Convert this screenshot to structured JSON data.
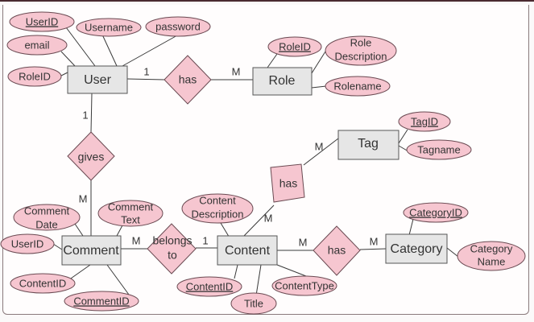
{
  "diagram": {
    "type": "ER diagram",
    "colors": {
      "entity_fill": "#e6e6e6",
      "attribute_fill": "#f6c6d0",
      "relationship_fill": "#f6c6d0",
      "line": "#3a3a3a"
    },
    "entities": {
      "user": {
        "label": "User",
        "attributes": [
          {
            "label": "UserID",
            "key": true
          },
          {
            "label": "Username",
            "key": false
          },
          {
            "label": "password",
            "key": false
          },
          {
            "label": "email",
            "key": false
          },
          {
            "label": "RoleID",
            "key": false
          }
        ]
      },
      "role": {
        "label": "Role",
        "attributes": [
          {
            "label": "RoleID",
            "key": true
          },
          {
            "label": "Role Description",
            "lines": [
              "Role",
              "Description"
            ],
            "key": false
          },
          {
            "label": "Rolename",
            "key": false
          }
        ]
      },
      "tag": {
        "label": "Tag",
        "attributes": [
          {
            "label": "TagID",
            "key": true
          },
          {
            "label": "Tagname",
            "key": false
          }
        ]
      },
      "comment": {
        "label": "Comment",
        "attributes": [
          {
            "label": "Comment Date",
            "lines": [
              "Comment",
              "Date"
            ],
            "key": false
          },
          {
            "label": "Comment Text",
            "lines": [
              "Comment",
              "Text"
            ],
            "key": false
          },
          {
            "label": "UserID",
            "key": false
          },
          {
            "label": "ContentID",
            "key": false
          },
          {
            "label": "CommentID",
            "key": true
          }
        ]
      },
      "content": {
        "label": "Content",
        "attributes": [
          {
            "label": "Content Description",
            "lines": [
              "Content",
              "Description"
            ],
            "key": false
          },
          {
            "label": "ContentID",
            "key": true
          },
          {
            "label": "Title",
            "key": false
          },
          {
            "label": "ContentType",
            "key": false
          }
        ]
      },
      "category": {
        "label": "Category",
        "attributes": [
          {
            "label": "CategoryID",
            "key": true
          },
          {
            "label": "Category Name",
            "lines": [
              "Category",
              "Name"
            ],
            "key": false
          }
        ]
      }
    },
    "relationships": {
      "user_role": {
        "label": "has",
        "from": "User",
        "to": "Role",
        "card_from": "1",
        "card_to": "M"
      },
      "user_comment": {
        "label": "gives",
        "from": "User",
        "to": "Comment",
        "card_from": "1",
        "card_to": "M"
      },
      "comment_content": {
        "label_lines": [
          "belongs",
          "to"
        ],
        "label": "belongs to",
        "from": "Comment",
        "to": "Content",
        "card_from": "M",
        "card_to": "1"
      },
      "content_tag": {
        "label": "has",
        "from": "Content",
        "to": "Tag",
        "card_from": "M",
        "card_to": "M"
      },
      "content_category": {
        "label": "has",
        "from": "Content",
        "to": "Category",
        "card_from": "M",
        "card_to": "M"
      }
    }
  }
}
